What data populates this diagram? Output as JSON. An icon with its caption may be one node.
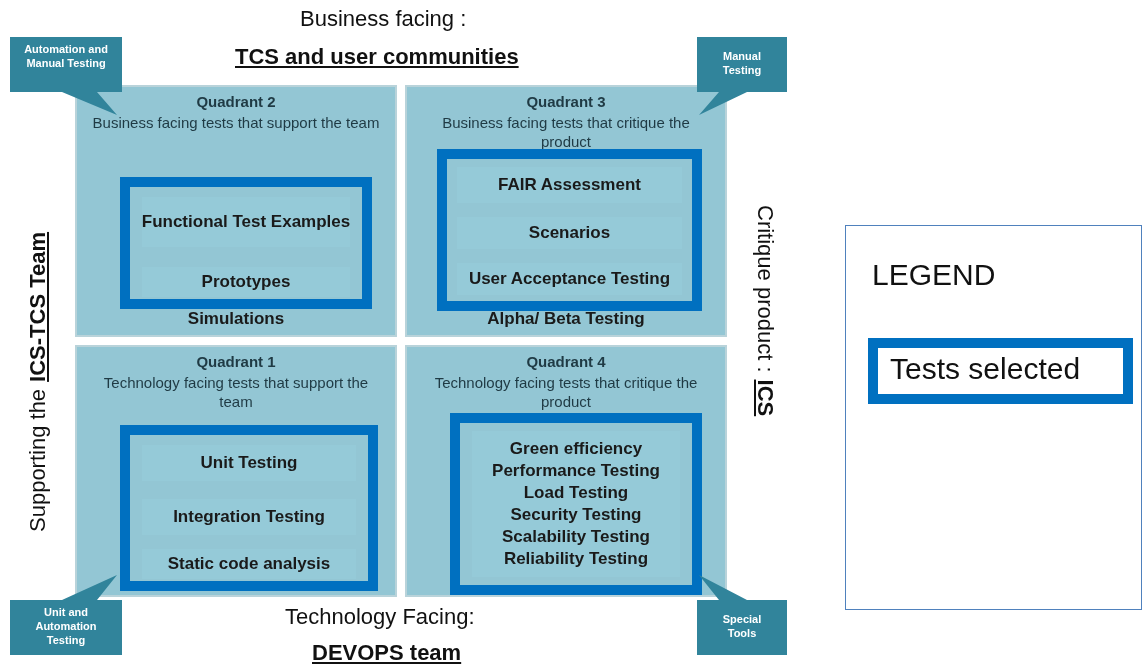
{
  "diagram": {
    "nodes": [
      {
        "text": [
          "Automation and Manual Testing"
        ]
      },
      {
        "text": [
          "Manual Testing"
        ]
      },
      {
        "text": [
          "Quadrant 2",
          "Business facing tests that support the team",
          "Simulations"
        ]
      },
      {
        "text": [],
        "shape": "box",
        "in": 2
      },
      {
        "text": [
          "Functional Test Examples"
        ],
        "in": 3
      },
      {
        "text": [
          "Prototypes"
        ],
        "in": 3
      },
      {
        "text": [
          "Quadrant 3",
          "Business facing tests that critique the product",
          "Alpha/ Beta Testing"
        ]
      },
      {
        "text": [],
        "shape": "box",
        "in": 6
      },
      {
        "text": [
          "FAIR Assessment"
        ],
        "in": 7
      },
      {
        "text": [
          "Scenarios"
        ],
        "in": 7
      },
      {
        "text": [
          "User Acceptance Testing"
        ],
        "in": 7
      },
      {
        "text": [
          "Quadrant 1",
          "Technology facing tests that support the team"
        ]
      },
      {
        "text": [],
        "shape": "box",
        "in": 11
      },
      {
        "text": [
          "Unit Testing"
        ],
        "in": 12
      },
      {
        "text": [
          "Integration Testing"
        ],
        "in": 12
      },
      {
        "text": [
          "Static code analysis"
        ],
        "in": 12
      },
      {
        "text": [
          "Quadrant 4",
          "Technology facing tests that critique the product"
        ]
      },
      {
        "text": [],
        "shape": "box",
        "in": 16
      },
      {
        "text": [
          "Green efficiency",
          "Performance Testing",
          "Load Testing",
          "Security Testing",
          "Scalability Testing",
          "Reliability Testing"
        ],
        "in": 17
      },
      {
        "text": [
          "Unit and Automation Testing"
        ]
      },
      {
        "text": [
          "Special Tools"
        ]
      }
    ],
    "labels": [
      "Business facing :",
      "TCS and user communities",
      "Supporting the",
      "ICS-TCS Team",
      "Critique product :",
      "ICS",
      "Technology Facing:",
      "DEVOPS team",
      "LEGEND"
    ],
    "legend": [
      {
        "text": "Tests selected"
      }
    ]
  }
}
